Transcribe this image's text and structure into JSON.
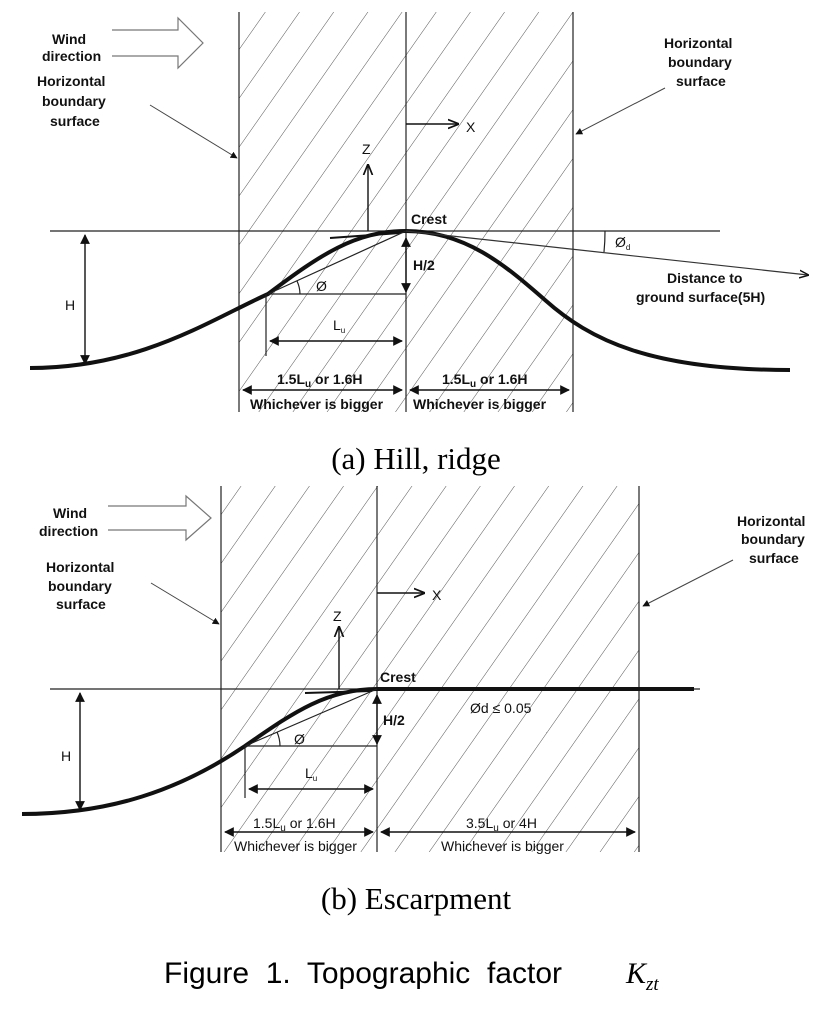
{
  "panel_a": {
    "wind": [
      "Wind",
      "direction"
    ],
    "hbs_left": [
      "Horizontal",
      "boundary",
      "surface"
    ],
    "hbs_right": [
      "Horizontal",
      "boundary",
      "surface"
    ],
    "crest": "Crest",
    "x_axis": "X",
    "z_axis": "Z",
    "h": "H",
    "h_half": "H/2",
    "phi": "Ø",
    "phi_d": "Ø",
    "phi_d_sub": "d",
    "lu": "L",
    "lu_sub": "u",
    "distance": [
      "Distance to",
      "ground surface(5H)"
    ],
    "dim_left": {
      "a": "1.5L",
      "sub": "u",
      "b": " or 1.6H",
      "line2": "Whichever is bigger"
    },
    "dim_right": {
      "a": "1.5L",
      "sub": "u",
      "b": " or 1.6H",
      "line2": "Whichever is bigger"
    },
    "caption": "(a)  Hill,  ridge"
  },
  "panel_b": {
    "wind": [
      "Wind",
      "direction"
    ],
    "hbs_left": [
      "Horizontal",
      "boundary",
      "surface"
    ],
    "hbs_right": [
      "Horizontal",
      "boundary",
      "surface"
    ],
    "crest": "Crest",
    "x_axis": "X",
    "z_axis": "Z",
    "h": "H",
    "h_half": "H/2",
    "phi": "Ø",
    "lu": "L",
    "lu_sub": "u",
    "phi_d_note": "Ød ≤ 0.05",
    "dim_left": {
      "a": "1.5L",
      "sub": "u",
      "b": " or 1.6H",
      "line2": "Whichever is bigger"
    },
    "dim_right": {
      "a": "3.5L",
      "sub": "u",
      "b": " or 4H",
      "line2": "Whichever is bigger"
    },
    "caption": "(b)  Escarpment"
  },
  "figure_caption": {
    "text": "Figure  1.  Topographic  factor",
    "symbol": "K",
    "symbol_sub": "zt"
  }
}
